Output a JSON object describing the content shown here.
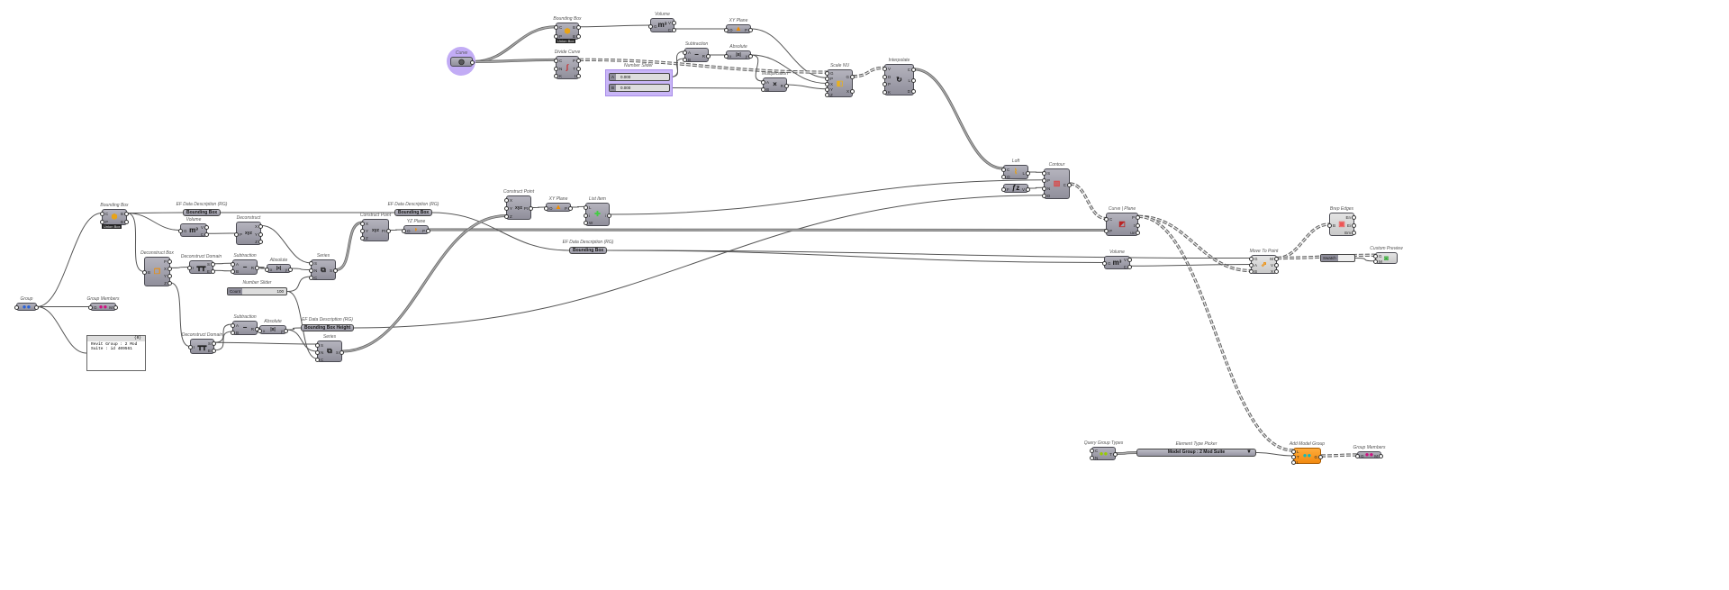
{
  "canvas": {
    "wire_color": "#555555",
    "tree_wire_color": "#777777",
    "node_color": "#9a99a6",
    "accent_orange": "#f5931e",
    "group_purple": "#c2acf5"
  },
  "nodes": {
    "curve": {
      "title": "Curve",
      "inputs": [],
      "outputs": [
        ""
      ],
      "icon": "curve-icon"
    },
    "bbox1": {
      "title": "Bounding Box",
      "inputs": [
        "C",
        "P"
      ],
      "outputs": [
        "B",
        "B"
      ],
      "icon": "bounding-box-icon",
      "tag": "Union Box"
    },
    "volume1": {
      "title": "Volume",
      "inputs": [
        "G"
      ],
      "outputs": [
        "V",
        "C"
      ],
      "icon": "volume-icon"
    },
    "xyplane1": {
      "title": "XY Plane",
      "inputs": [
        "O"
      ],
      "outputs": [
        "P"
      ],
      "icon": "xy-plane-icon"
    },
    "divide": {
      "title": "Divide Curve",
      "inputs": [
        "C",
        "N",
        "K"
      ],
      "outputs": [
        "P",
        "T",
        "t"
      ],
      "icon": "divide-curve-icon"
    },
    "sub1": {
      "title": "Subtraction",
      "inputs": [
        "A",
        "B"
      ],
      "outputs": [
        "R"
      ],
      "icon": "subtraction-icon"
    },
    "abs1": {
      "title": "Absolute",
      "inputs": [
        "x"
      ],
      "outputs": [
        "y"
      ],
      "icon": "absolute-icon"
    },
    "mult": {
      "title": "Multiplication",
      "inputs": [
        "A",
        "B"
      ],
      "outputs": [
        "R"
      ],
      "icon": "multiplication-icon"
    },
    "scale": {
      "title": "Scale NU",
      "inputs": [
        "G",
        "P",
        "X",
        "Y",
        "Z"
      ],
      "outputs": [
        "G",
        "X"
      ],
      "icon": "scale-icon"
    },
    "interp": {
      "title": "Interpolate",
      "inputs": [
        "V",
        "D",
        "P",
        "K"
      ],
      "outputs": [
        "C",
        "L",
        "D"
      ],
      "icon": "interpolate-icon"
    },
    "loft": {
      "title": "Loft",
      "inputs": [
        "C",
        "O"
      ],
      "outputs": [
        "L"
      ],
      "icon": "loft-icon"
    },
    "fz": {
      "title": "",
      "inputs": [
        "F"
      ],
      "outputs": [
        "V"
      ],
      "icon": "unit-z-icon"
    },
    "contour": {
      "title": "Contour",
      "inputs": [
        "S",
        "P",
        "N",
        "D"
      ],
      "outputs": [
        "C"
      ],
      "icon": "contour-icon"
    },
    "curveplane": {
      "title": "Curve | Plane",
      "inputs": [
        "C",
        "P"
      ],
      "outputs": [
        "P",
        "t",
        "uv"
      ],
      "icon": "curve-plane-icon"
    },
    "brepedges": {
      "title": "Brep Edges",
      "inputs": [
        "B"
      ],
      "outputs": [
        "En",
        "Ei",
        "Em"
      ],
      "icon": "brep-edges-icon"
    },
    "move": {
      "title": "Move To Point",
      "inputs": [
        "G",
        "A",
        "B"
      ],
      "outputs": [
        "M",
        "V",
        "X"
      ],
      "icon": "move-to-point-icon"
    },
    "preview": {
      "title": "Custom Preview",
      "inputs": [
        "G",
        "M"
      ],
      "outputs": [],
      "icon": "custom-preview-icon"
    },
    "volume2": {
      "title": "Volume",
      "inputs": [
        "G"
      ],
      "outputs": [
        "V",
        "C"
      ],
      "icon": "volume-icon"
    },
    "group": {
      "title": "Group",
      "inputs": [
        ""
      ],
      "outputs": [
        ""
      ],
      "icon": "group-icon"
    },
    "gm1": {
      "title": "Group Members",
      "inputs": [
        "G"
      ],
      "outputs": [
        "M"
      ],
      "icon": "group-members-icon"
    },
    "bbox2": {
      "title": "Bounding Box",
      "inputs": [
        "C",
        "P"
      ],
      "outputs": [
        "B",
        "B"
      ],
      "icon": "bounding-box-icon",
      "tag": "Union Box"
    },
    "volume3": {
      "title": "Volume",
      "inputs": [
        "G"
      ],
      "outputs": [
        "V",
        "C"
      ],
      "icon": "volume-icon"
    },
    "decon": {
      "title": "Deconstruct",
      "inputs": [
        "P"
      ],
      "outputs": [
        "X",
        "Y",
        "Z"
      ],
      "icon": "deconstruct-point-icon"
    },
    "deconbox": {
      "title": "Deconstruct Box",
      "inputs": [
        "B"
      ],
      "outputs": [
        "P",
        "X",
        "Y",
        "Z"
      ],
      "icon": "deconstruct-box-icon"
    },
    "dd1": {
      "title": "Deconstruct Domain",
      "inputs": [
        "I"
      ],
      "outputs": [
        "S",
        "E"
      ],
      "icon": "deconstruct-domain-icon"
    },
    "sub2": {
      "title": "Subtraction",
      "inputs": [
        "A",
        "B"
      ],
      "outputs": [
        "R"
      ],
      "icon": "subtraction-icon"
    },
    "abs2": {
      "title": "Absolute",
      "inputs": [
        "x"
      ],
      "outputs": [
        "y"
      ],
      "icon": "absolute-icon"
    },
    "series1": {
      "title": "Series",
      "inputs": [
        "S",
        "N",
        "C"
      ],
      "outputs": [
        "S"
      ],
      "icon": "series-icon"
    },
    "cp2": {
      "title": "Construct Point",
      "inputs": [
        "X",
        "Y",
        "Z"
      ],
      "outputs": [
        "Pt"
      ],
      "icon": "construct-point-icon"
    },
    "yz": {
      "title": "YZ Plane",
      "inputs": [
        "O"
      ],
      "outputs": [
        "P"
      ],
      "icon": "yz-plane-icon"
    },
    "cp1": {
      "title": "Construct Point",
      "inputs": [
        "X",
        "Y",
        "Z"
      ],
      "outputs": [
        "Pt"
      ],
      "icon": "construct-point-icon"
    },
    "xyplane2": {
      "title": "XY Plane",
      "inputs": [
        "O"
      ],
      "outputs": [
        "P"
      ],
      "icon": "xy-plane-icon"
    },
    "listitem": {
      "title": "List Item",
      "inputs": [
        "L",
        "i",
        "W"
      ],
      "outputs": [
        "i"
      ],
      "icon": "list-item-icon"
    },
    "dd2": {
      "title": "Deconstruct Domain",
      "inputs": [
        "I"
      ],
      "outputs": [
        "S",
        "E"
      ],
      "icon": "deconstruct-domain-icon"
    },
    "sub3": {
      "title": "Subtraction",
      "inputs": [
        "A",
        "B"
      ],
      "outputs": [
        "R"
      ],
      "icon": "subtraction-icon"
    },
    "abs3": {
      "title": "Absolute",
      "inputs": [
        "x"
      ],
      "outputs": [
        "y"
      ],
      "icon": "absolute-icon"
    },
    "series2": {
      "title": "Series",
      "inputs": [
        "S",
        "N",
        "C"
      ],
      "outputs": [
        "S"
      ],
      "icon": "series-icon"
    },
    "qgt": {
      "title": "Query Group Types",
      "inputs": [
        "C",
        "N"
      ],
      "outputs": [
        "T"
      ],
      "icon": "query-group-types-icon"
    },
    "addmg": {
      "title": "Add Model Group",
      "inputs": [
        "L",
        "T",
        "L"
      ],
      "outputs": [
        "G"
      ],
      "icon": "add-model-group-icon"
    },
    "gm2": {
      "title": "Group Members",
      "inputs": [
        "G"
      ],
      "outputs": [
        "M"
      ],
      "icon": "group-members-icon"
    }
  },
  "pills": {
    "ef1": {
      "title": "EF Data Description (RG)",
      "label": "Bounding Box"
    },
    "ef2": {
      "title": "EF Data Description (RG)",
      "label": "Bounding Box"
    },
    "ef3": {
      "title": "EF Data Description (RG)",
      "label": "Bounding Box"
    },
    "ef4": {
      "title": "EF Data Description (RG)",
      "label": "Bounding Box Height"
    },
    "picker": {
      "title": "Element Type Picker",
      "label": "Model Group : 2 Mod Suite",
      "icon": "dropdown-triangle-icon"
    }
  },
  "sliders": {
    "title": "Number Slider",
    "a": {
      "label": "A",
      "value": "0.000"
    },
    "b": {
      "label": "B",
      "value": "0.000"
    },
    "count": {
      "title": "Number Slider",
      "label": "Count",
      "value": "100"
    }
  },
  "swatch": {
    "label": "Swatch"
  },
  "panel": {
    "header": "{0}",
    "text": "Revit Group : 2 Mod Suite : id 409561"
  }
}
